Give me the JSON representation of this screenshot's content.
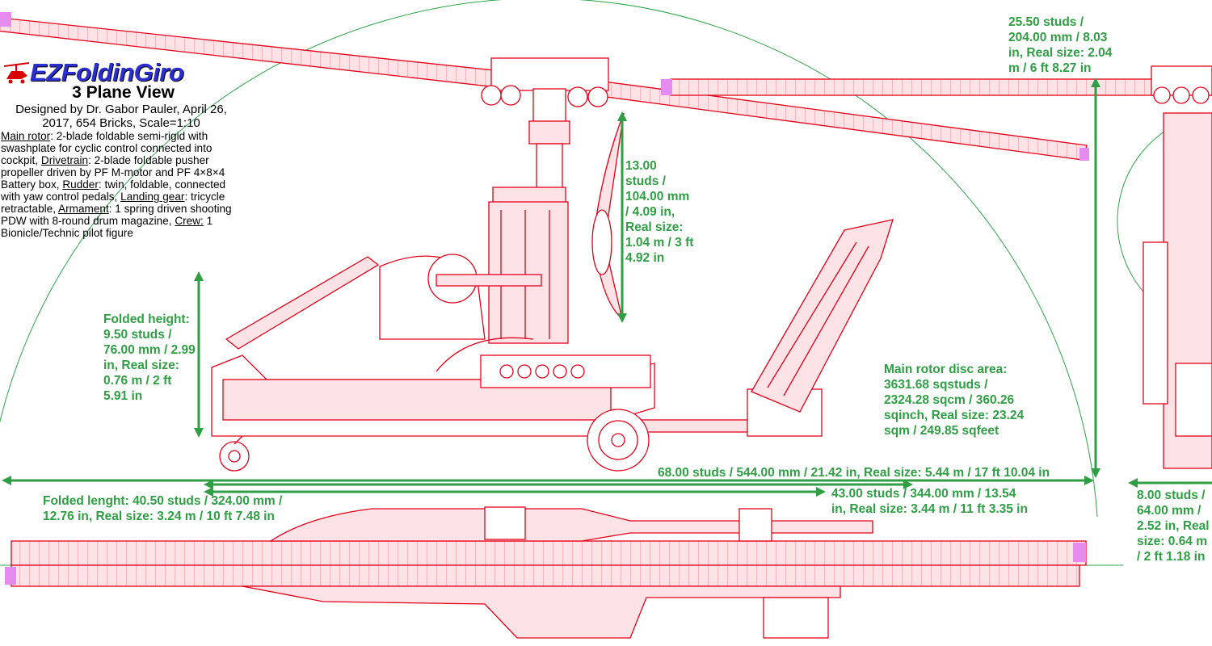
{
  "header": {
    "logo_text": "EZFoldinGiro",
    "view_title": "3 Plane View",
    "credits_line1": "Designed by Dr. Gabor Pauler, April 26,",
    "credits_line2": "2017, 654 Bricks, Scale=1:10",
    "specs": [
      {
        "term": "Main rotor",
        "text": ": 2-blade foldable semi-rigid with swashplate for cyclic control connected into cockpit, "
      },
      {
        "term": "Drivetrain",
        "text": ": 2-blade foldable pusher propeller driven by PF M-motor and PF 4×8×4 Battery box, "
      },
      {
        "term": "Rudder",
        "text": ": twin, foldable, connected with yaw control pedals, "
      },
      {
        "term": "Landing gear",
        "text": ": tricycle retractable, "
      },
      {
        "term": "Armament",
        "text": ": 1 spring driven shooting PDW with 8-round drum magazine, "
      },
      {
        "term": "Crew:",
        "text": " 1 Bionicle/Technic pilot figure"
      }
    ]
  },
  "dimensions": {
    "propeller_height": [
      "13.00",
      "studs /",
      "104.00 mm",
      "/ 4.09 in,",
      "Real size:",
      "1.04 m / 3 ft",
      "4.92 in"
    ],
    "folded_height": [
      "Folded height:",
      "9.50 studs /",
      "76.00 mm / 2.99",
      "in, Real size:",
      "0.76 m / 2 ft",
      "5.91 in"
    ],
    "total_height": [
      "25.50 studs /",
      "204.00 mm / 8.03",
      "in, Real size: 2.04",
      "m / 6 ft 8.27 in"
    ],
    "rotor_disc_area": [
      "Main rotor disc area:",
      "3631.68 sqstuds /",
      "2324.28 sqcm / 360.26",
      "sqinch, Real size: 23.24",
      "sqm / 249.85 sqfeet"
    ],
    "rotor_diameter": "68.00 studs / 544.00 mm / 21.42 in, Real size: 5.44 m / 17 ft 10.04 in",
    "length": [
      "43.00 studs / 344.00 mm / 13.54",
      "in, Real size: 3.44 m / 11 ft 3.35 in"
    ],
    "folded_length": [
      "Folded lenght: 40.50 studs / 324.00 mm /",
      "12.76 in, Real size: 3.24 m / 10 ft 7.48 in"
    ],
    "width": [
      "8.00 studs /",
      "64.00 mm /",
      "2.52 in, Real",
      "size: 0.64 m",
      "/ 2 ft 1.18 in"
    ]
  },
  "colors": {
    "outline": "#e3001b",
    "fill": "#fde3e5",
    "dimension": "#2f9e44",
    "guide": "#2fa34a",
    "blade_tip": "#e58bf0",
    "logo": "#2b2fd0"
  }
}
